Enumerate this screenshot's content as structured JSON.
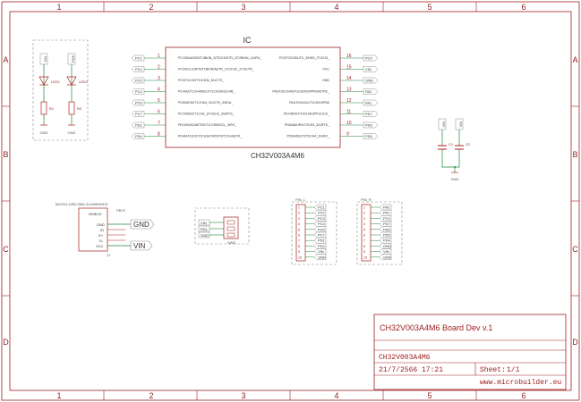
{
  "frame": {
    "columns": [
      "1",
      "2",
      "3",
      "4",
      "5",
      "6"
    ],
    "rows": [
      "A",
      "B",
      "C",
      "D"
    ]
  },
  "ic": {
    "name": "IC",
    "part": "CH32V003A4M6",
    "left_pins": [
      {
        "num": "1",
        "label": "PC1/SDA/NSS/T1BKIN_3/T2CH1ETR_2/T2BKIN_1/URX_",
        "net": "PC1"
      },
      {
        "num": "2",
        "label": "PC2/SCL/URTS/T1BKIN/AETR_1/T2CH2_2/T1ETR_",
        "net": "PC2"
      },
      {
        "num": "3",
        "label": "PC3/T1CH3/T1CH1N_3/UCTS_",
        "net": "PC3"
      },
      {
        "num": "4",
        "label": "PC4/A2/T1CH4/MCO/T1CH1N/SCHIN_",
        "net": "PC4"
      },
      {
        "num": "5",
        "label": "PC6/MOSI/T1CH1N_3/UCTS_3/SDA_",
        "net": "PC6"
      },
      {
        "num": "6",
        "label": "PC7/MISO/T1CH2_3/T2CH2_3/URTS_",
        "net": "PC7"
      },
      {
        "num": "7",
        "label": "PD1/SWIO/AETR2/T1CH3N/SCL_3/RX_",
        "net": "PD1"
      },
      {
        "num": "8",
        "label": "PD4/A7/UCK/T2CH1ETR/OPO/T1CH4ETR_",
        "net": "PD4"
      }
    ],
    "right_pins": [
      {
        "num": "16",
        "label": "PC0/T2CH3/UTX_3/NSS_/T1CH3_",
        "net": "PC0"
      },
      {
        "num": "15",
        "label": "VCC",
        "net": "VIN"
      },
      {
        "num": "14",
        "label": "GND",
        "net": "GND"
      },
      {
        "num": "13",
        "label": "PA2/OSCO/A0/T1CH2N/OPP0/AETR2_",
        "net": "PA2"
      },
      {
        "num": "12",
        "label": "PA1/OSCI/A1/T1CH2/OPN0",
        "net": "PA1"
      },
      {
        "num": "11",
        "label": "PD7/NRST/T2CH4/OPP1/UCK_",
        "net": "PD7"
      },
      {
        "num": "10",
        "label": "PD6/A6/URX/T2CH3_3/URTS_",
        "net": "PD6"
      },
      {
        "num": "9",
        "label": "PD5/A5/UTX/T2CH4_3/URX_",
        "net": "PD5"
      }
    ]
  },
  "leds": {
    "left": {
      "net": "VIN",
      "led": "LED1",
      "res": "R1",
      "gnd": "GND"
    },
    "right": {
      "net": "PD5",
      "led": "LED2",
      "res": "R2",
      "gnd": "GND"
    }
  },
  "caps": {
    "net1": "VIN",
    "net2": "VIN",
    "c1": "C1",
    "c2": "C2",
    "gnd": "GND"
  },
  "usb": {
    "title": "MICRO-USB-SMD-B-HW8SNDD",
    "part": "PB7Z",
    "pins": [
      "SHIELD",
      "GND",
      "ID",
      "D+",
      "D-",
      "VCC"
    ],
    "gnd_label": "GND",
    "vin_label": "VIN",
    "ref": "J1"
  },
  "swd": {
    "nets": [
      "VIN",
      "PD1",
      "GND"
    ],
    "ref": "SWD"
  },
  "header_l": {
    "title": "PIN_L",
    "pins": [
      {
        "pin": "1",
        "net": "PC1"
      },
      {
        "pin": "2",
        "net": "PC2"
      },
      {
        "pin": "3",
        "net": "PC3"
      },
      {
        "pin": "4",
        "net": "PC4"
      },
      {
        "pin": "5",
        "net": "PC6"
      },
      {
        "pin": "6",
        "net": "PC7"
      },
      {
        "pin": "7",
        "net": "PD1"
      },
      {
        "pin": "8",
        "net": "PD4"
      },
      {
        "pin": "9",
        "net": "VIN"
      },
      {
        "pin": "10",
        "net": "GND"
      }
    ]
  },
  "header_r": {
    "title": "PIN_R",
    "pins": [
      {
        "pin": "1",
        "net": "PA2"
      },
      {
        "pin": "2",
        "net": "PA1"
      },
      {
        "pin": "3",
        "net": "PC0"
      },
      {
        "pin": "4",
        "net": "PD7"
      },
      {
        "pin": "5",
        "net": "PD6"
      },
      {
        "pin": "6",
        "net": "PD5"
      },
      {
        "pin": "7",
        "net": "PD4"
      },
      {
        "pin": "8",
        "net": "GND"
      },
      {
        "pin": "9",
        "net": "VIN"
      },
      {
        "pin": "10",
        "net": "GND"
      }
    ]
  },
  "title_block": {
    "title": "CH32V003A4M6 Board Dev v.1",
    "name": "CH32V003A4M6",
    "date": "21/7/2566 17:21",
    "sheet_label": "Sheet:",
    "sheet": "1/1",
    "url": "www.microbuilder.eu"
  },
  "colors": {
    "frame": "#a02020",
    "wire": "#1e8a3a",
    "symbol": "#b02020",
    "grid": "#8c8c8c"
  }
}
